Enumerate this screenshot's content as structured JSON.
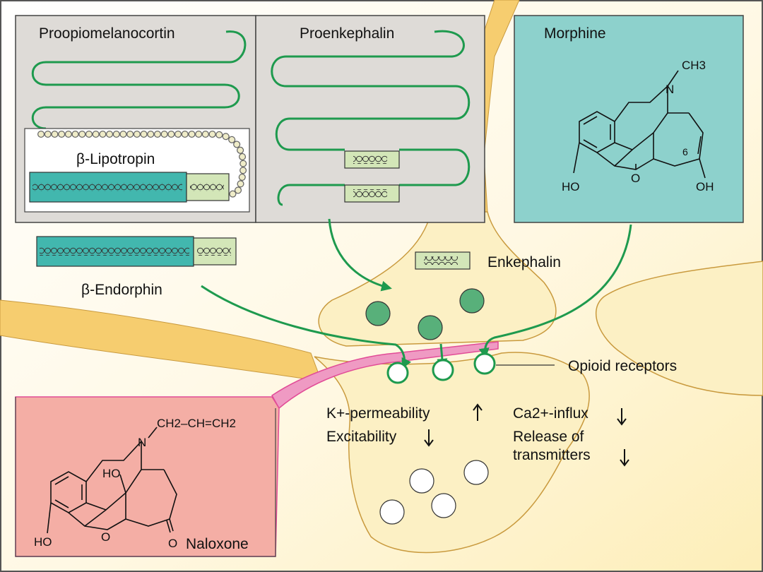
{
  "panels": {
    "pomc": "Proopiomelanocortin",
    "penk": "Proenkephalin",
    "morphine": "Morphine"
  },
  "labels": {
    "lipotropin": "β-Lipotropin",
    "endorphin": "β-Endorphin",
    "enkephalin": "Enkephalin",
    "opioid_receptors": "Opioid receptors",
    "naloxone": "Naloxone",
    "k_perm": "K+-permeability",
    "excitability": "Excitability",
    "ca_influx": "Ca2+-influx",
    "release_of": "Release of",
    "transmitters": "transmitters"
  },
  "chem": {
    "ch3": "CH3",
    "n": "N",
    "ho": "HO",
    "oh": "OH",
    "o": "O",
    "six": "6",
    "allyl": "CH2–CH=CH2"
  },
  "colors": {
    "panel_bg": "#dedbd7",
    "morphine_bg": "#8dd1cc",
    "naloxone_bg": "#f4aea5",
    "neuron": "#fcf0c4",
    "axon": "#f6cd6f",
    "strand": "#1e9a4e",
    "teal": "#42b7ae",
    "pale_green": "#d3e6b8",
    "vesicle_green": "#58b07a",
    "pink": "#e14c97"
  },
  "icons": [
    "arrow-up-icon",
    "arrow-down-icon",
    "receptor-icon"
  ]
}
